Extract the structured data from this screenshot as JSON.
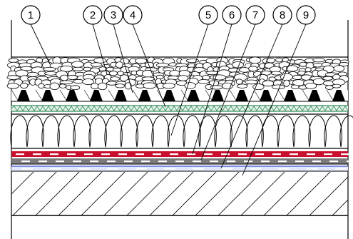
{
  "title": "",
  "callouts": [
    {
      "number": "1"
    },
    {
      "number": "2"
    },
    {
      "number": "3"
    },
    {
      "number": "4"
    },
    {
      "number": "5"
    },
    {
      "number": "6"
    },
    {
      "number": "7"
    },
    {
      "number": "8"
    },
    {
      "number": "9"
    }
  ],
  "colors": {
    "background": "#ffffff",
    "line": "#000000",
    "membrane_green": "#2e8b57",
    "membrane_red": "#c8102e",
    "membrane_grey": "#7a7a7a",
    "membrane_blue": "#5b6fd8"
  }
}
